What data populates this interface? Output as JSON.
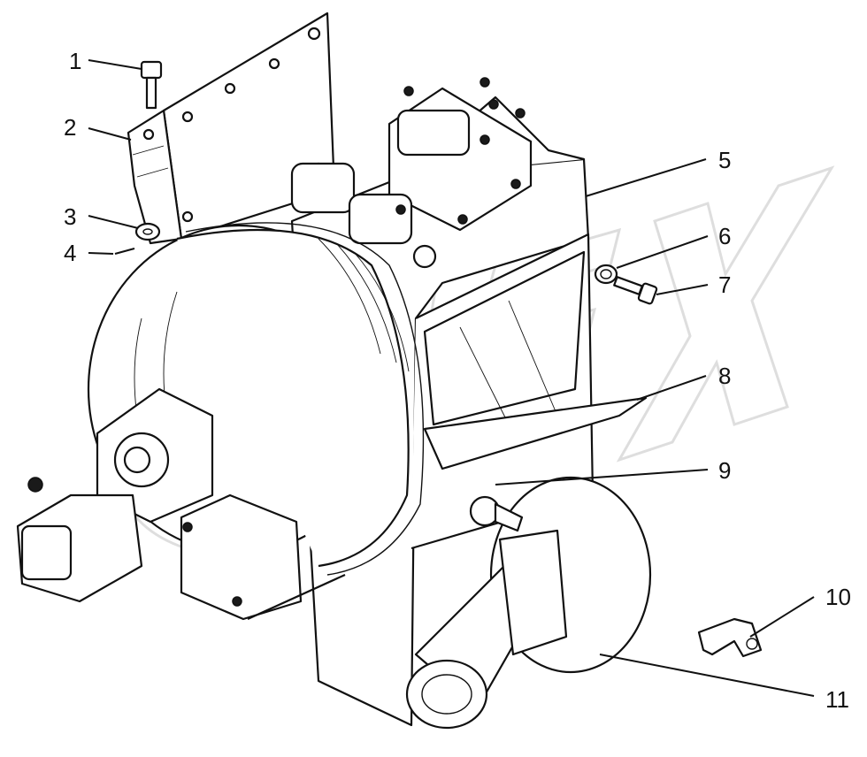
{
  "callouts": [
    {
      "label": "1"
    },
    {
      "label": "2"
    },
    {
      "label": "3"
    },
    {
      "label": "4"
    },
    {
      "label": "5"
    },
    {
      "label": "6"
    },
    {
      "label": "7"
    },
    {
      "label": "8"
    },
    {
      "label": "9"
    },
    {
      "label": "10"
    },
    {
      "label": "11"
    }
  ],
  "watermark": {
    "text": "OPEX"
  }
}
